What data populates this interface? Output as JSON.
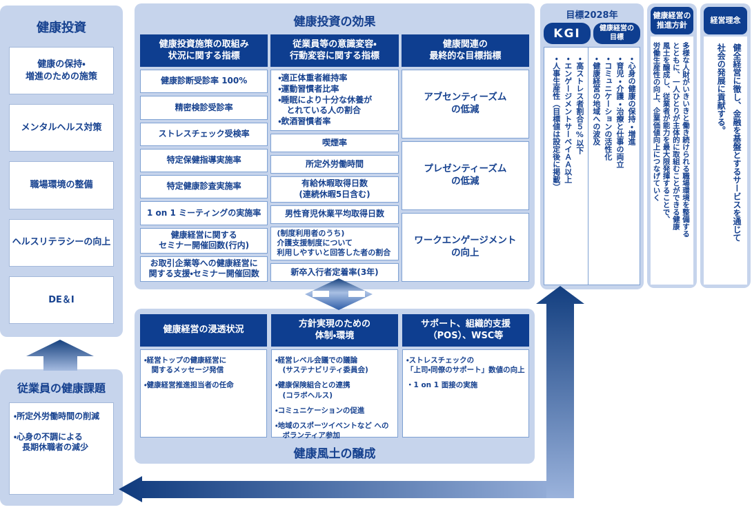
{
  "colors": {
    "navy": "#0e3e90",
    "panel_blue": "#c6d4ec",
    "text_navy": "#16418f",
    "item_border": "#7da0d2",
    "soft_border": "#a3b8da",
    "arrow_dark": "#123e7f",
    "arrow_light": "#9bb3dc"
  },
  "icons": {
    "up_arrow": "block-arrow-up",
    "flow_arrow": "block-arrow-up-down",
    "feedback_arrow": "block-arrow-left-and-up"
  },
  "left_top": {
    "title": "健康投資",
    "items": [
      "健康の保持・\n増進のための施策",
      "メンタルヘルス対策",
      "職場環境の整備",
      "ヘルスリテラシーの向上",
      "DE＆I"
    ]
  },
  "left_bottom": {
    "title": "従業員の健康課題",
    "items": [
      "・所定外労働時間の削減",
      "・心身の不調による\n　長期休職者の減少"
    ]
  },
  "effects": {
    "title": "健康投資の効果",
    "columns": [
      {
        "header": "健康投資施策の取組み\n状況に関する指標",
        "items": [
          "健康診断受診率 100%",
          "精密検診受診率",
          "ストレスチェック受検率",
          "特定保健指導実施率",
          "特定健康診査実施率",
          "1 on 1 ミーティングの実施率",
          "健康経営に関する\nセミナー開催回数(行内)",
          "お取引企業等への健康経営に\n関する支援・セミナー開催回数"
        ]
      },
      {
        "header": "従業員等の意識変容・\n行動変容に関する指標",
        "items": [
          "・適正体重者維持率\n・運動習慣者比率\n・睡眠により十分な休養が\n　とれている人の割合\n・飲酒習慣者率",
          "喫煙率",
          "所定外労働時間",
          "有給休暇取得日数\n(連続休暇5日含む)",
          "男性育児休業平均取得日数",
          "(制度利用者のうち)\n介護支援制度について\n利用しやすいと回答した者の割合",
          "新卒入行者定着率(3年)"
        ]
      },
      {
        "header": "健康関連の\n最終的な目標指標",
        "items": [
          "アブセンティーズム\nの低減",
          "プレゼンティーズム\nの低減",
          "ワークエンゲージメント\nの向上"
        ]
      }
    ]
  },
  "foundation": {
    "columns": [
      {
        "header": "健康経営の浸透状況",
        "bullets": [
          "・経営トップの健康経営に\n　関するメッセージ発信",
          "・健康経営推進担当者の任命"
        ]
      },
      {
        "header": "方針実現のための\n体制・環境",
        "bullets": [
          "・経営レベル会議での議論\n　(サステナビリティ委員会)",
          "・健康保険組合との連携\n　(コラボヘルス)",
          "・コミュニケーションの促進",
          "・地域のスポーツイベントなど への\n　ボランティア参加"
        ]
      },
      {
        "header": "サポート、組織的支援\n（POS）、WSC等",
        "bullets": [
          "・ストレスチェックの\n「上司・同僚のサポート」数値の向上",
          "・1 on 1 面接の実施"
        ]
      }
    ],
    "footer": "健康風土の醸成"
  },
  "goal2028": {
    "title": "目標2028年",
    "kgi": {
      "label": "KGI",
      "body": "・高ストレス者割合５%以下\n・エンゲージメントサーベイＡＡ以上\n・人事生産性（目標値は設定後に掲載）"
    },
    "goals": {
      "label": "健康経営の\n目標",
      "body": "・心身の健康の保持・増進\n・育児・介護・治療と仕事の両立\n・コミュニケーションの活性化\n・健康経営の地域への波及"
    }
  },
  "policy": {
    "header": "健康経営の\n推進方針",
    "body": "多様な人財がいきいきと働き続けられる職場環境を整備する\nとともに、一人ひとりが主体的に取組むことができる健康\n風土を醸成し、従業者が能力を最大限発揮することで、\n労働生産性の向上、企業価値向上につなげていく"
  },
  "philosophy": {
    "header": "経営理念",
    "body": "健全経営に徹し、金融を基盤とするサービスを通じて\n社会の発展に貢献する。"
  }
}
